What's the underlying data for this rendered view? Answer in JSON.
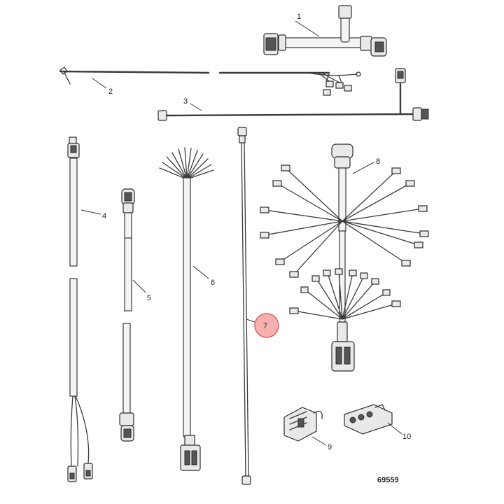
{
  "callouts": {
    "c1": "1",
    "c2": "2",
    "c3": "3",
    "c4": "4",
    "c5": "5",
    "c6": "6",
    "c7": "7",
    "c8": "8",
    "c9": "9",
    "c10": "10"
  },
  "figure_number": "69559",
  "highlighted_callout": "7",
  "colors": {
    "line": "#3a3a3a",
    "highlight_fill": "#f6b0b0",
    "highlight_stroke": "#e05a5a"
  }
}
